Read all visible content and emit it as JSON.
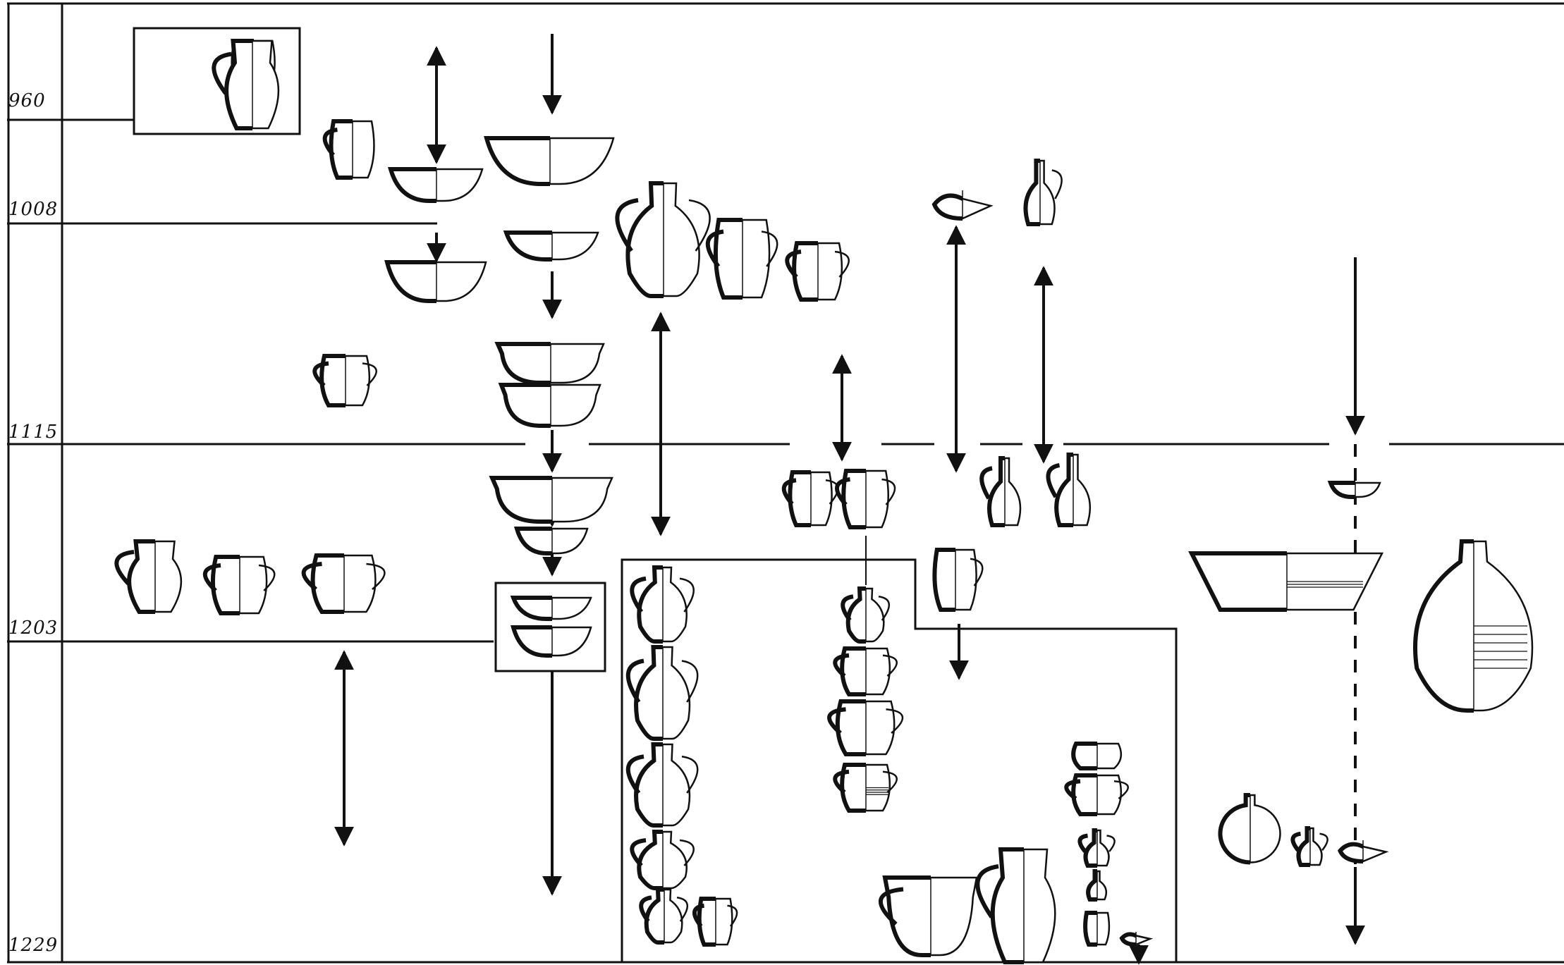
{
  "timeline": {
    "years": [
      {
        "label": "960"
      },
      {
        "label": "1008"
      },
      {
        "label": "1115"
      },
      {
        "label": "1203"
      },
      {
        "label": "1229"
      }
    ]
  },
  "style": {
    "ink": "#111111",
    "paper": "#ffffff"
  },
  "vessel_types": [
    "jug",
    "bowl",
    "amphora",
    "cup",
    "lamp",
    "bottle",
    "flask",
    "basin",
    "storage-jar"
  ]
}
